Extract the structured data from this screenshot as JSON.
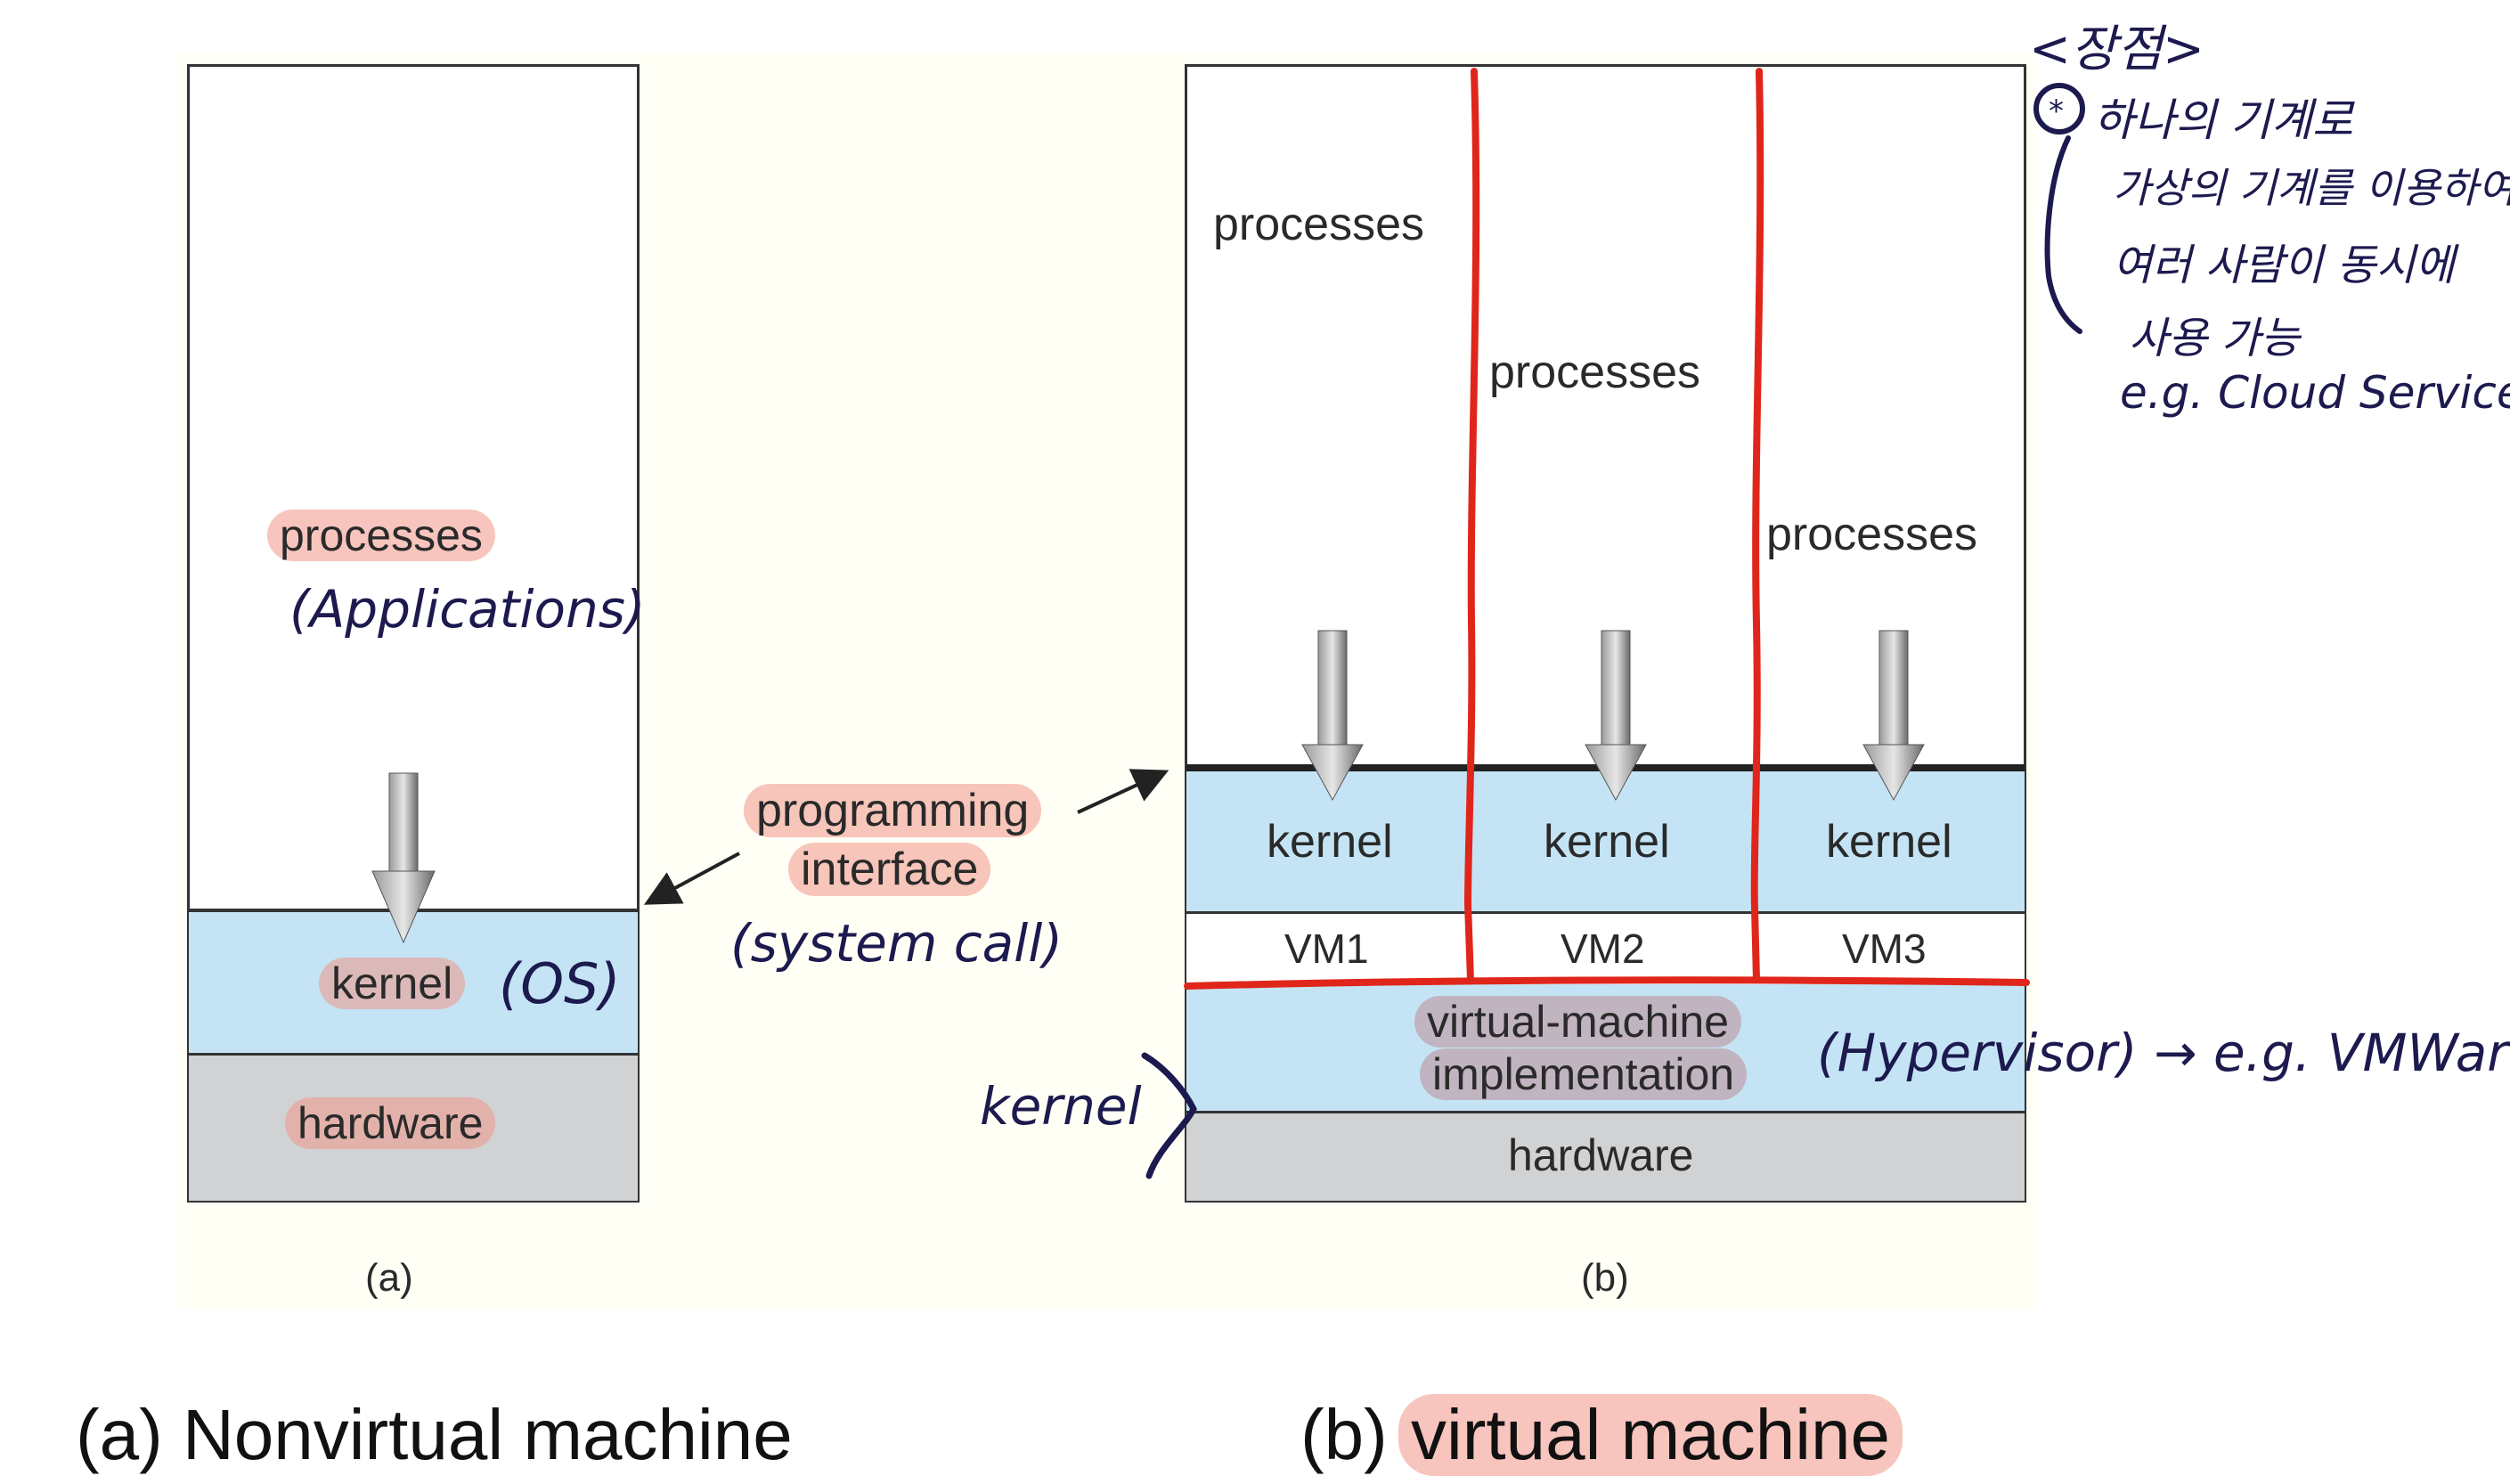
{
  "diagram_a": {
    "processes": "processes",
    "kernel": "kernel",
    "hardware": "hardware",
    "caption_letter": "(a)",
    "note_applications": "(Applications)",
    "note_os": "(OS)"
  },
  "interface": {
    "line1": "programming",
    "line2": "interface",
    "note": "(system call)"
  },
  "diagram_b": {
    "vms": [
      {
        "processes": "processes",
        "kernel": "kernel",
        "vm": "VM1"
      },
      {
        "processes": "processes",
        "kernel": "kernel",
        "vm": "VM2"
      },
      {
        "processes": "processes",
        "kernel": "kernel",
        "vm": "VM3"
      }
    ],
    "vmi_line1": "virtual-machine",
    "vmi_line2": "implementation",
    "hardware": "hardware",
    "caption_letter": "(b)",
    "note_hypervisor": "(Hypervisor) → e.g. VMWare",
    "note_kernel": "kernel"
  },
  "notes": {
    "title": "<장점>",
    "line1": "하나의 기계로",
    "line2": "가상의 기계를 이용하여",
    "line3": "여러 사람이 동시에",
    "line4": "사용 가능",
    "line5": "e.g. Cloud Service"
  },
  "captions": {
    "a": "(a) Nonvirtual machine",
    "b_prefix": "(b)",
    "b_highlight": "virtual machine"
  },
  "colors": {
    "kernel_fill": "#c4e4f5",
    "hardware_fill": "#d1d2d4",
    "highlight": "#f09687",
    "red_line": "#e0261b",
    "ink": "#1c1a4e"
  }
}
